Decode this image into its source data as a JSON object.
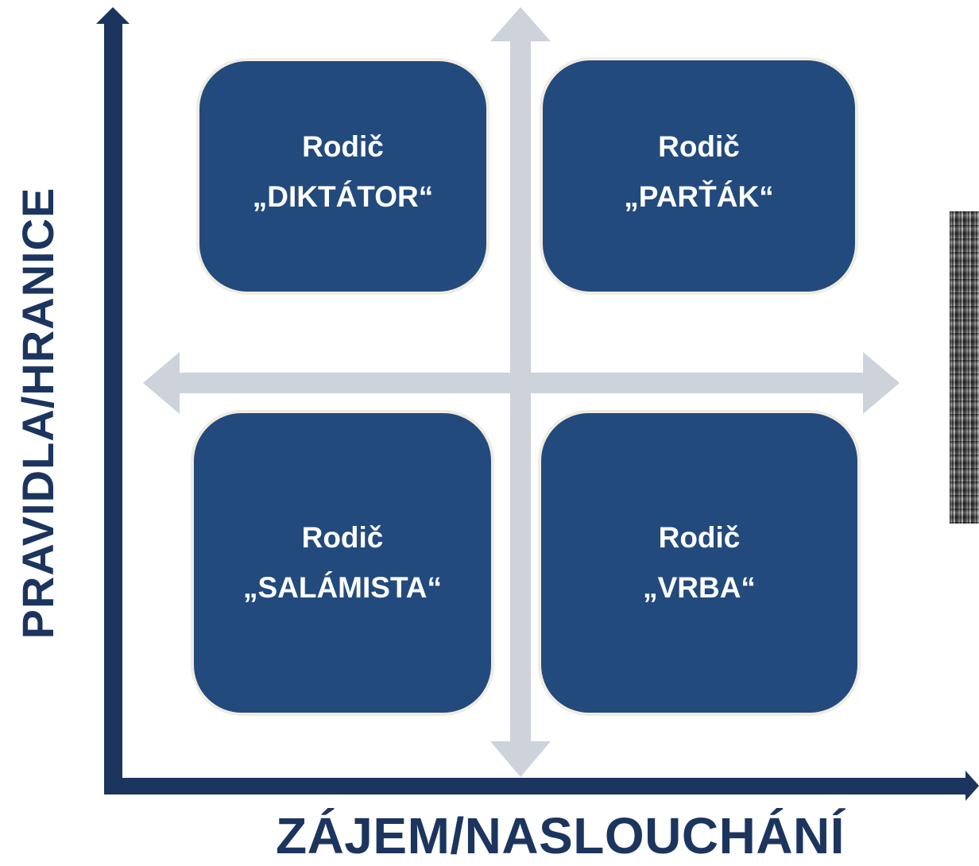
{
  "axes": {
    "y_label": "PRAVIDLA/HRANICE",
    "x_label": "ZÁJEM/NASLOUCHÁNÍ"
  },
  "quadrants": [
    {
      "line1": "Rodič",
      "line2": "„DIKTÁTOR“"
    },
    {
      "line1": "Rodič",
      "line2": "„PARŤÁK“"
    },
    {
      "line1": "Rodič",
      "line2": "„SALÁMISTA“"
    },
    {
      "line1": "Rodič",
      "line2": "„VRBA“"
    }
  ],
  "colors": {
    "box_fill": "#224a7d",
    "box_border": "#f1ece2",
    "axis_dark": "#1c355e",
    "cross_arrows": "#cdd2db"
  }
}
